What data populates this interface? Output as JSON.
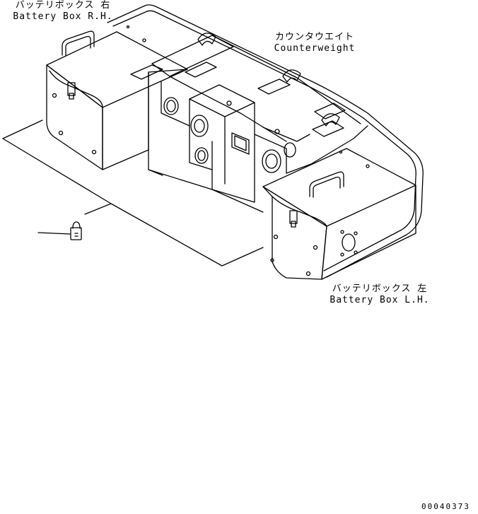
{
  "labels": {
    "battery_box_rh_jp": "バッテリボックス 右",
    "battery_box_rh_en": "Battery Box R.H.",
    "counterweight_jp": "カウンタウエイト",
    "counterweight_en": "Counterweight",
    "battery_box_lh_jp": "バッテリボックス 左",
    "battery_box_lh_en": "Battery Box L.H."
  },
  "drawing_number": "00040373"
}
